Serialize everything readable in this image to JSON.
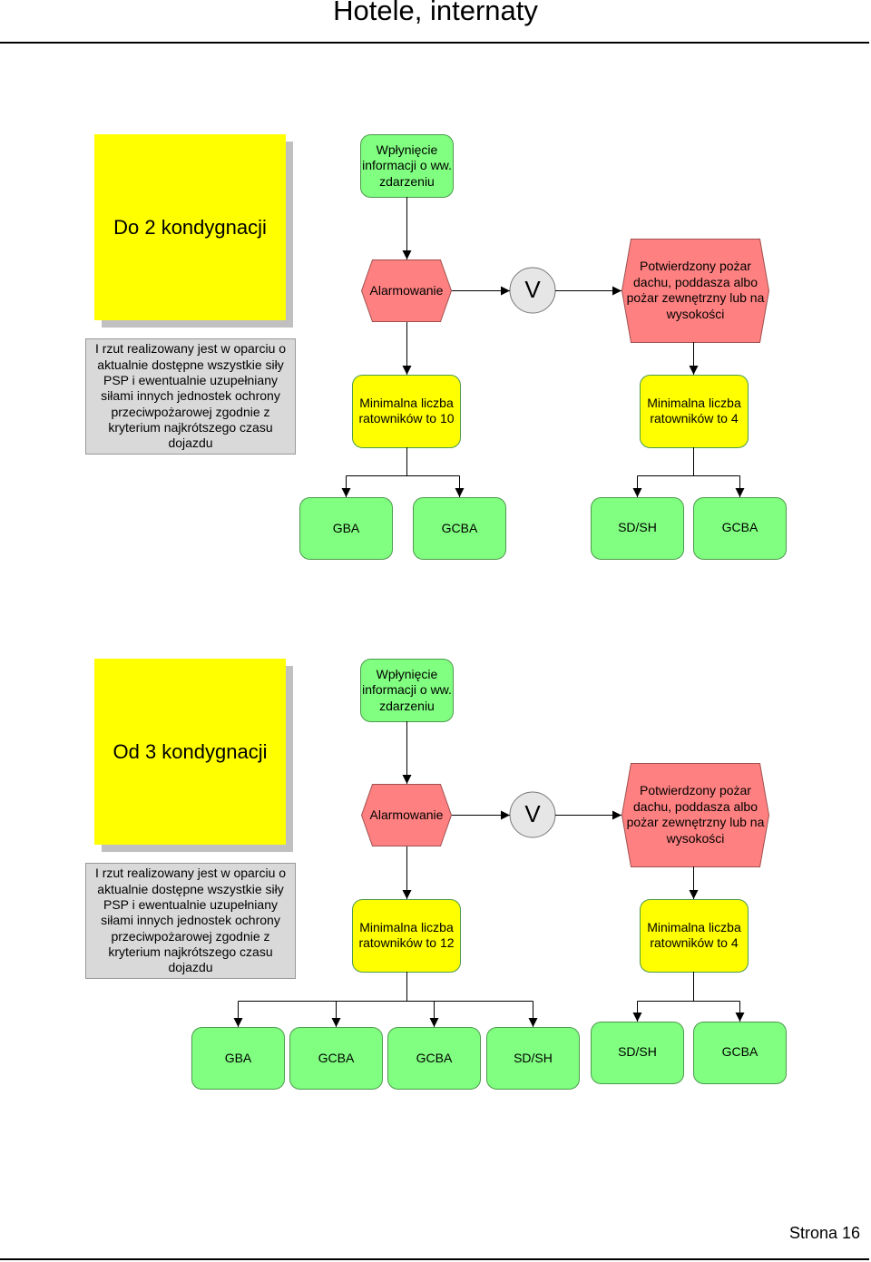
{
  "page": {
    "title": "Hotele, internaty",
    "footer": "Strona 16"
  },
  "colors": {
    "green": "#80ff80",
    "red": "#ff8080",
    "yellow": "#ffff00",
    "gray": "#d9d9d9",
    "circle": "#e6e6e6"
  },
  "sections": [
    {
      "heading": "Do 2 kondygnacji",
      "note": "I rzut realizowany jest w oparciu o aktualnie dostępne wszystkie siły PSP i ewentualnie uzupełniany siłami innych jednostek ochrony przeciwpożarowej zgodnie z kryterium najkrótszego czasu dojazdu",
      "start": "Wpłynięcie informacji o ww. zdarzeniu",
      "alarm": "Alarmowanie",
      "operator": "V",
      "condition": "Potwierdzony pożar dachu, poddasza albo pożar zewnętrzny lub na wysokości",
      "min_left": "Minimalna liczba ratowników to 10",
      "min_right": "Minimalna liczba ratowników to 4",
      "units_left": [
        "GBA",
        "GCBA"
      ],
      "units_right": [
        "SD/SH",
        "GCBA"
      ]
    },
    {
      "heading": "Od 3 kondygnacji",
      "note": "I rzut realizowany jest w oparciu o aktualnie dostępne wszystkie siły PSP i ewentualnie uzupełniany siłami innych jednostek ochrony przeciwpożarowej zgodnie z kryterium najkrótszego czasu dojazdu",
      "start": "Wpłynięcie informacji o ww. zdarzeniu",
      "alarm": "Alarmowanie",
      "operator": "V",
      "condition": "Potwierdzony pożar dachu, poddasza albo pożar zewnętrzny lub na wysokości",
      "min_left": "Minimalna liczba ratowników to 12",
      "min_right": "Minimalna liczba ratowników to 4",
      "units_left": [
        "GBA",
        "GCBA",
        "GCBA",
        "SD/SH"
      ],
      "units_right": [
        "SD/SH",
        "GCBA"
      ]
    }
  ]
}
